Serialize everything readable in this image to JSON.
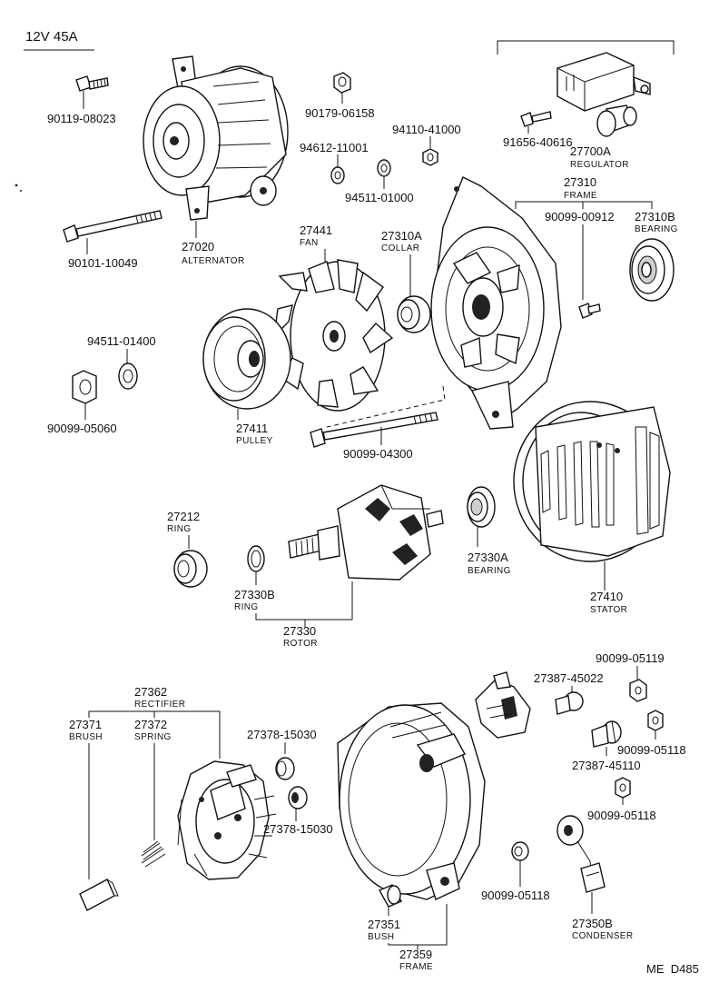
{
  "header": {
    "spec": "12V 45A"
  },
  "footer": {
    "code": "ME  D485"
  },
  "parts": {
    "p90119_08023": {
      "number": "90119-08023"
    },
    "p90101_10049": {
      "number": "90101-10049"
    },
    "p27020": {
      "number": "27020",
      "name": "ALTERNATOR"
    },
    "p90179_06158": {
      "number": "90179-06158"
    },
    "p94612_11001": {
      "number": "94612-11001"
    },
    "p94110_41000": {
      "number": "94110-41000"
    },
    "p94511_01000": {
      "number": "94511-01000"
    },
    "p91656_40616": {
      "number": "91656-40616"
    },
    "p27700A": {
      "number": "27700A",
      "name": "REGULATOR"
    },
    "p27310": {
      "number": "27310",
      "name": "FRAME"
    },
    "p90099_00912": {
      "number": "90099-00912"
    },
    "p27310B": {
      "number": "27310B",
      "name": "BEARING"
    },
    "p27441": {
      "number": "27441",
      "name": "FAN"
    },
    "p27310A": {
      "number": "27310A",
      "name": "COLLAR"
    },
    "p94511_01400": {
      "number": "94511-01400"
    },
    "p90099_05060": {
      "number": "90099-05060"
    },
    "p27411": {
      "number": "27411",
      "name": "PULLEY"
    },
    "p90099_04300": {
      "number": "90099-04300"
    },
    "p27212": {
      "number": "27212",
      "name": "RING"
    },
    "p27330B": {
      "number": "27330B",
      "name": "RING"
    },
    "p27330": {
      "number": "27330",
      "name": "ROTOR"
    },
    "p27330A": {
      "number": "27330A",
      "name": "BEARING"
    },
    "p27410": {
      "number": "27410",
      "name": "STATOR"
    },
    "p27362": {
      "number": "27362",
      "name": "RECTIFIER"
    },
    "p27371": {
      "number": "27371",
      "name": "BRUSH"
    },
    "p27372": {
      "number": "27372",
      "name": "SPRING"
    },
    "p27378_15030a": {
      "number": "27378-15030"
    },
    "p27378_15030b": {
      "number": "27378-15030"
    },
    "p27387_45022": {
      "number": "27387-45022"
    },
    "p90099_05119": {
      "number": "90099-05119"
    },
    "p90099_05118a": {
      "number": "90099-05118"
    },
    "p27387_45110": {
      "number": "27387-45110"
    },
    "p90099_05118b": {
      "number": "90099-05118"
    },
    "p90099_05118c": {
      "number": "90099-05118"
    },
    "p27350B": {
      "number": "27350B",
      "name": "CONDENSER"
    },
    "p27351": {
      "number": "27351",
      "name": "BUSH"
    },
    "p27359": {
      "number": "27359",
      "name": "FRAME"
    }
  }
}
